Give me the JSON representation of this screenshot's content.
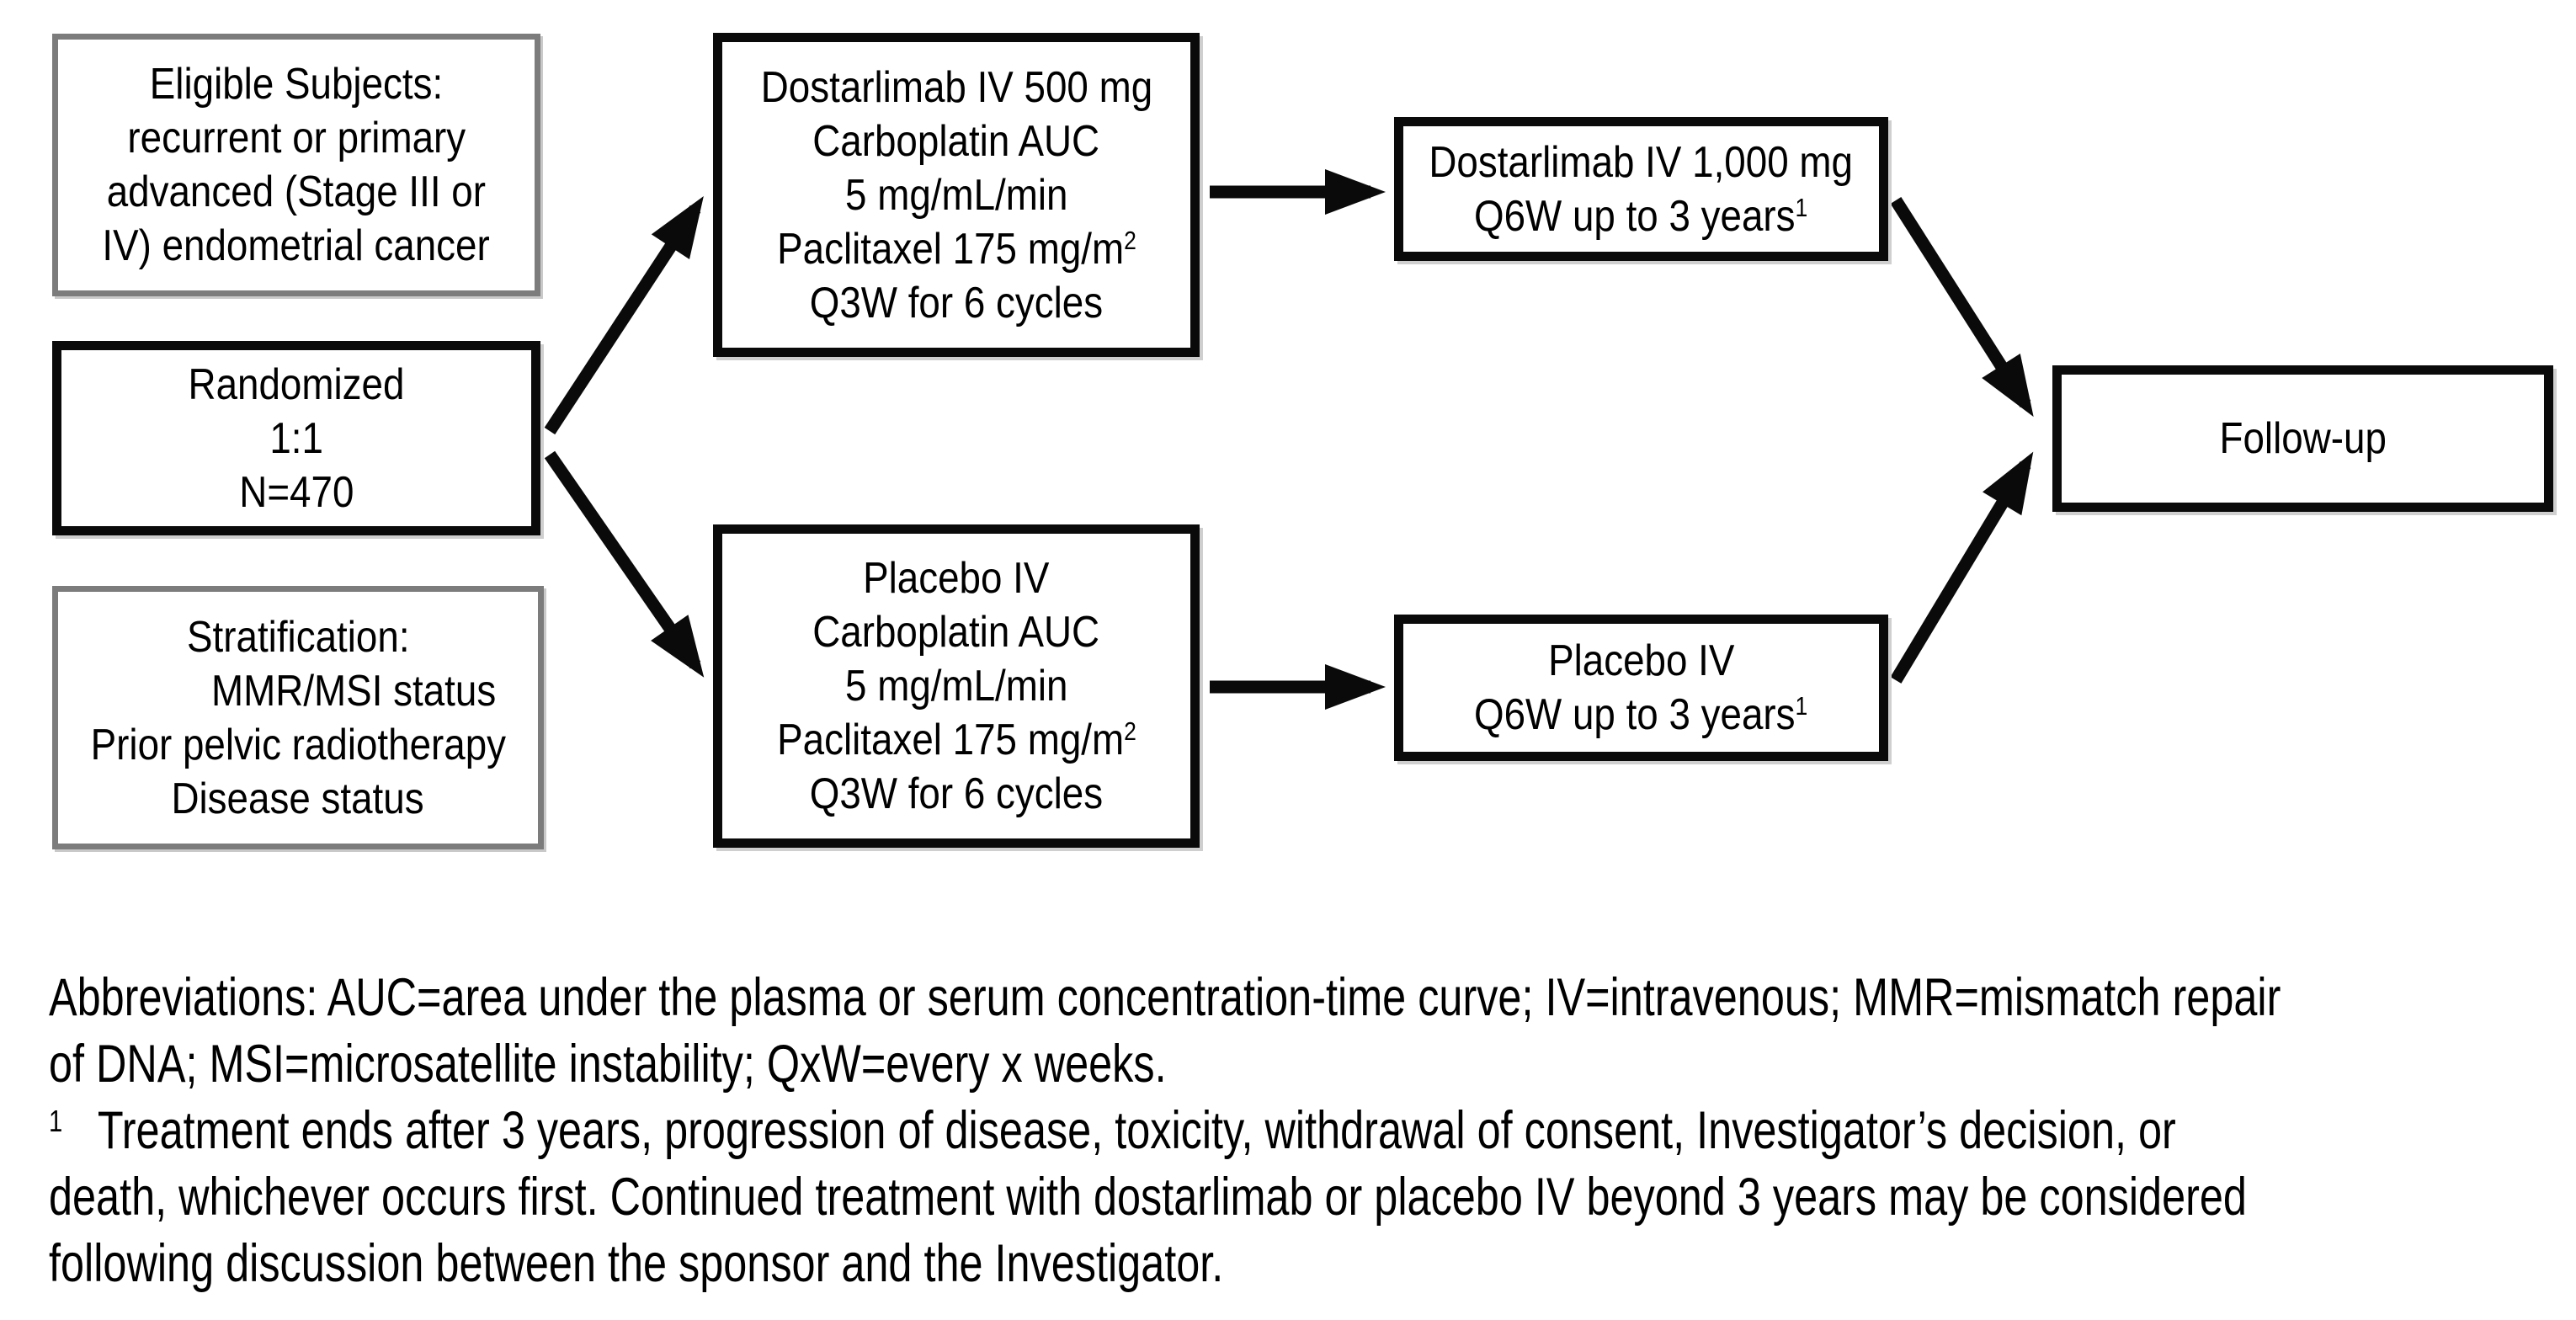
{
  "diagram": {
    "boxes": {
      "eligible": {
        "lines": [
          {
            "t": "Eligible Subjects:"
          },
          {
            "t": "recurrent or primary"
          },
          {
            "t": "advanced (Stage III or"
          },
          {
            "t": "IV) endometrial cancer"
          }
        ]
      },
      "randomized": {
        "lines": [
          {
            "t": "Randomized"
          },
          {
            "t": "1:1"
          },
          {
            "t": "N=470"
          }
        ]
      },
      "stratification": {
        "lines": [
          {
            "t": "Stratification:"
          },
          {
            "t": "MMR/MSI status",
            "indent": true
          },
          {
            "t": "Prior pelvic radiotherapy"
          },
          {
            "t": "Disease status"
          }
        ]
      },
      "dostarlimab_chemo": {
        "lines": [
          {
            "t": "Dostarlimab IV 500 mg"
          },
          {
            "t": "Carboplatin AUC"
          },
          {
            "t": "5 mg/mL/min"
          },
          {
            "t": "Paclitaxel 175 mg/m",
            "sup": "2"
          },
          {
            "t": "Q3W for 6 cycles"
          }
        ]
      },
      "placebo_chemo": {
        "lines": [
          {
            "t": "Placebo IV"
          },
          {
            "t": "Carboplatin AUC"
          },
          {
            "t": "5 mg/mL/min"
          },
          {
            "t": "Paclitaxel 175 mg/m",
            "sup": "2"
          },
          {
            "t": "Q3W for 6 cycles"
          }
        ]
      },
      "dostarlimab_maintenance": {
        "lines": [
          {
            "t": "Dostarlimab IV 1,000 mg"
          },
          {
            "t": "Q6W up to 3 years",
            "sup": "1"
          }
        ]
      },
      "placebo_maintenance": {
        "lines": [
          {
            "t": "Placebo IV"
          },
          {
            "t": "Q6W up to 3 years",
            "sup": "1"
          }
        ]
      },
      "followup": {
        "lines": [
          {
            "t": "Follow-up"
          }
        ]
      }
    },
    "flow": [
      {
        "from": "randomized",
        "to": "dostarlimab_chemo"
      },
      {
        "from": "randomized",
        "to": "placebo_chemo"
      },
      {
        "from": "dostarlimab_chemo",
        "to": "dostarlimab_maintenance"
      },
      {
        "from": "placebo_chemo",
        "to": "placebo_maintenance"
      },
      {
        "from": "dostarlimab_maintenance",
        "to": "followup"
      },
      {
        "from": "placebo_maintenance",
        "to": "followup"
      }
    ],
    "colors": {
      "text": "#000000",
      "black_box_border": "#0a0a0a",
      "gray_box_border": "#7c7c7c",
      "arrow": "#0a0a0a",
      "background": "#ffffff"
    }
  },
  "footer": {
    "lines": [
      {
        "t": "Abbreviations: AUC=area under the plasma or serum concentration-time curve; IV=intravenous; MMR=mismatch repair"
      },
      {
        "t": "of DNA; MSI=microsatellite instability; QxW=every x weeks."
      },
      {
        "lead_sup": "1",
        "t": "Treatment ends after 3 years, progression of disease, toxicity, withdrawal of consent, Investigator’s decision, or"
      },
      {
        "t": "death, whichever occurs first. Continued treatment with dostarlimab or placebo IV beyond 3 years may be considered"
      },
      {
        "t": "following discussion between the sponsor and the Investigator."
      }
    ]
  }
}
